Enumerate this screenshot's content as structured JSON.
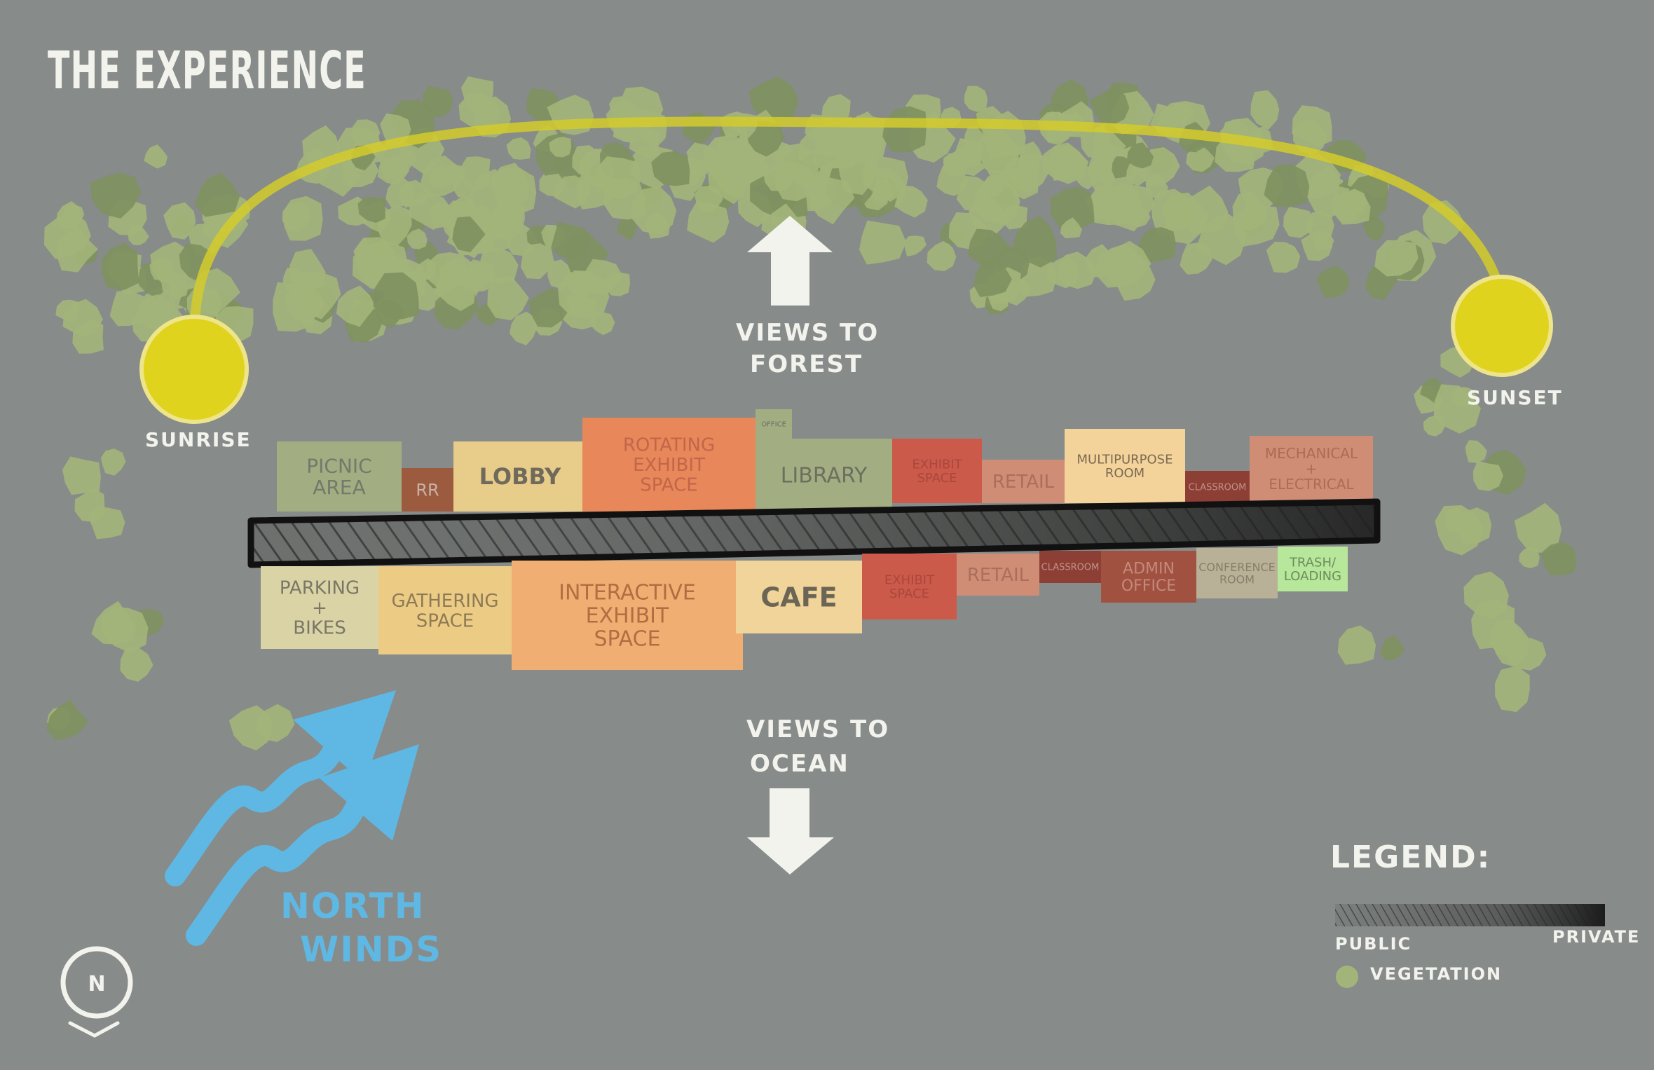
{
  "title": "THE EXPERIENCE",
  "annotations": {
    "views_forest": [
      "VIEWS TO",
      "FOREST"
    ],
    "views_ocean": [
      "VIEWS TO",
      "OCEAN"
    ],
    "sunrise": "SUNRISE",
    "sunset": "SUNSET",
    "winds": [
      "NORTH",
      "WINDS"
    ],
    "north": "N"
  },
  "colors": {
    "background": "#878b89",
    "sun": "#e0d31e",
    "sun_path": "#c9c136",
    "vegetation": "#a3b47a",
    "vegetation_dark": "#7f9160",
    "wind": "#5fb7e3",
    "arrow": "#f3f3ee"
  },
  "rooms_top": [
    {
      "label": [
        "PICNIC",
        "AREA"
      ],
      "color": "#a2ae82"
    },
    {
      "label": [
        "RR"
      ],
      "color": "#9c5a3f"
    },
    {
      "label": [
        "LOBBY"
      ],
      "color": "#e8cc8a"
    },
    {
      "label": [
        "ROTATING",
        "EXHIBIT",
        "SPACE"
      ],
      "color": "#e7875a"
    },
    {
      "label": [
        "OFFICE"
      ],
      "color": "#a2ae82"
    },
    {
      "label": [
        "LIBRARY"
      ],
      "color": "#a2ae82"
    },
    {
      "label": [
        "EXHIBIT",
        "SPACE"
      ],
      "color": "#cb5a4b"
    },
    {
      "label": [
        "RETAIL"
      ],
      "color": "#cf8d75"
    },
    {
      "label": [
        "MULTIPURPOSE",
        "ROOM"
      ],
      "color": "#f4d39b"
    },
    {
      "label": [
        "CLASSROOM"
      ],
      "color": "#8d3f36"
    },
    {
      "label": [
        "MECHANICAL",
        "+",
        "ELECTRICAL"
      ],
      "color": "#cf8d75"
    }
  ],
  "rooms_bottom": [
    {
      "label": [
        "PARKING",
        "+",
        "BIKES"
      ],
      "color": "#d9d3a6"
    },
    {
      "label": [
        "GATHERING",
        "SPACE"
      ],
      "color": "#eccb85"
    },
    {
      "label": [
        "INTERACTIVE",
        "EXHIBIT",
        "SPACE"
      ],
      "color": "#f0ae72"
    },
    {
      "label": [
        "CAFE"
      ],
      "color": "#f0d49a"
    },
    {
      "label": [
        "EXHIBIT",
        "SPACE"
      ],
      "color": "#cb5a4b"
    },
    {
      "label": [
        "RETAIL"
      ],
      "color": "#cf8d75"
    },
    {
      "label": [
        "CLASSROOM"
      ],
      "color": "#8d3f36"
    },
    {
      "label": [
        "ADMIN",
        "OFFICE"
      ],
      "color": "#a0513f"
    },
    {
      "label": [
        "CONFERENCE",
        "ROOM"
      ],
      "color": "#b9b197"
    },
    {
      "label": [
        "TRASH/",
        "LOADING"
      ],
      "color": "#b7e79a"
    }
  ],
  "legend": {
    "title": "LEGEND:",
    "public": "PUBLIC",
    "private": "PRIVATE",
    "vegetation": "VEGETATION"
  }
}
